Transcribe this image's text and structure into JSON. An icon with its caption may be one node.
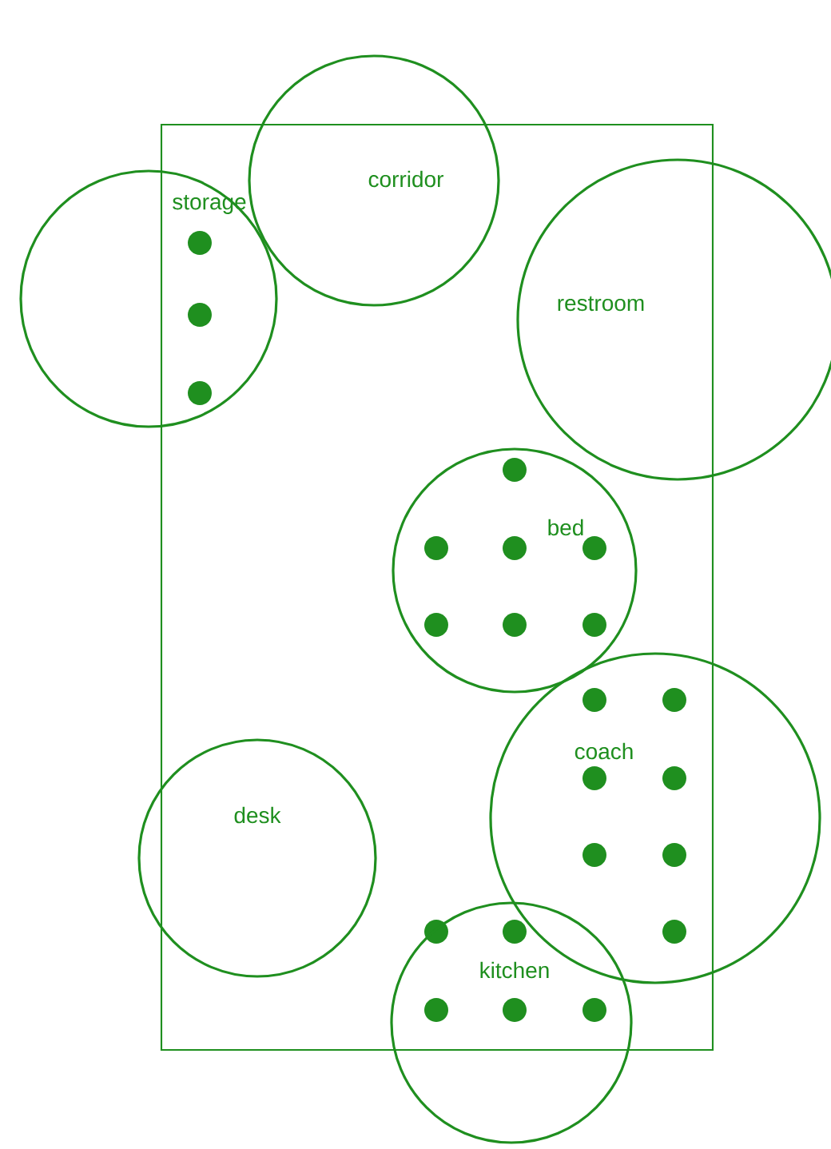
{
  "diagram": {
    "nodes": [
      {
        "text": [
          "corridor"
        ]
      },
      {
        "text": [
          "storage"
        ]
      },
      {
        "text": [
          "restroom"
        ]
      },
      {
        "text": [
          "bed"
        ]
      },
      {
        "text": [
          "coach"
        ]
      },
      {
        "text": [
          "desk"
        ]
      },
      {
        "text": [
          "kitchen"
        ]
      }
    ]
  }
}
